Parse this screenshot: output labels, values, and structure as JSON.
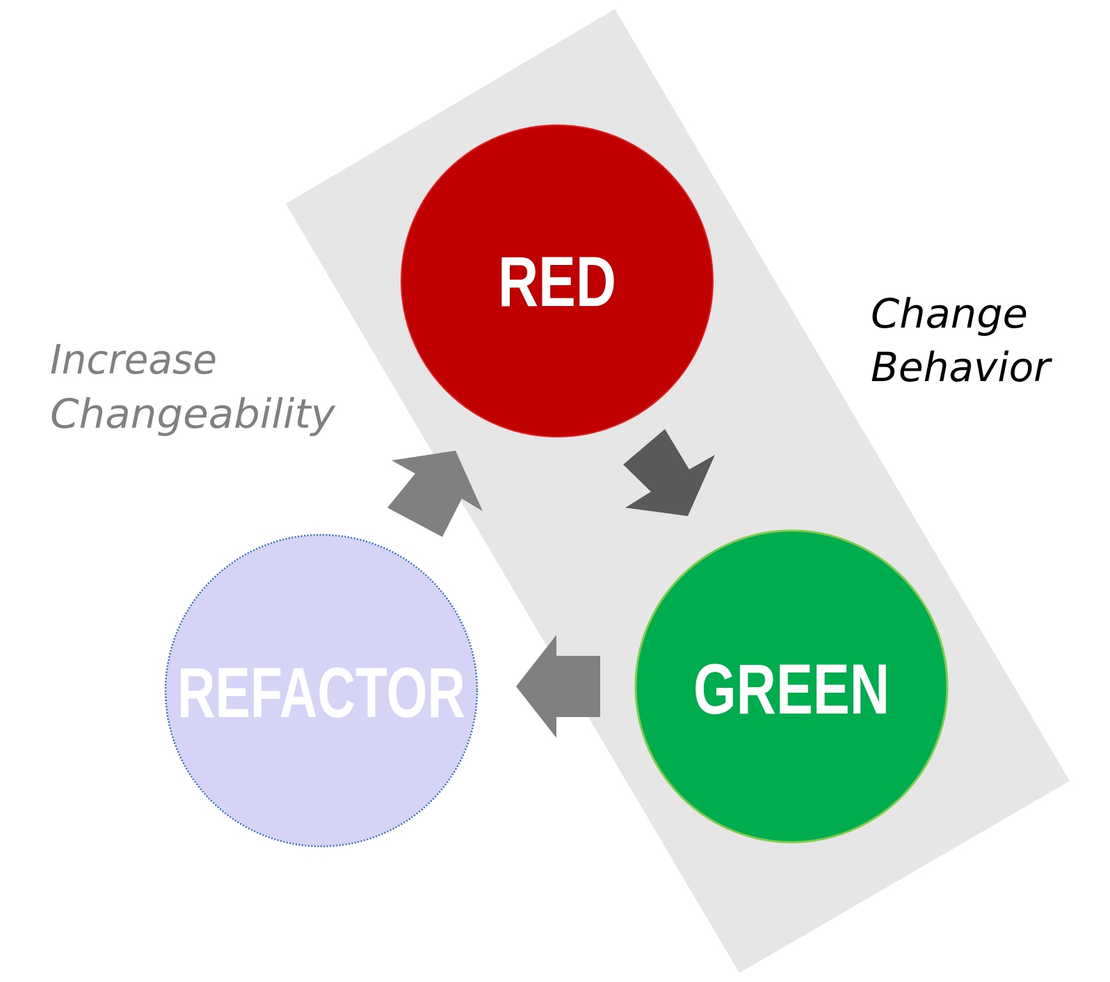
{
  "diagram": {
    "nodes": {
      "red": {
        "label": "RED",
        "fill": "#c00000",
        "stroke": "#e02020"
      },
      "green": {
        "label": "GREEN",
        "fill": "#00ad4e",
        "stroke": "#7fcc4a"
      },
      "refactor": {
        "label": "REFACTOR",
        "fill": "#d5d4f7",
        "stroke": "#2e6dbf"
      }
    },
    "annotations": {
      "change_behavior": {
        "lines": [
          "Change",
          "Behavior"
        ],
        "color": "#000000"
      },
      "increase_changeability": {
        "lines": [
          "Increase",
          "Changeability"
        ],
        "color": "#808080"
      }
    },
    "band_color": "#e6e6e6",
    "arrow_dark_color": "#595959",
    "arrow_light_color": "#808080"
  }
}
